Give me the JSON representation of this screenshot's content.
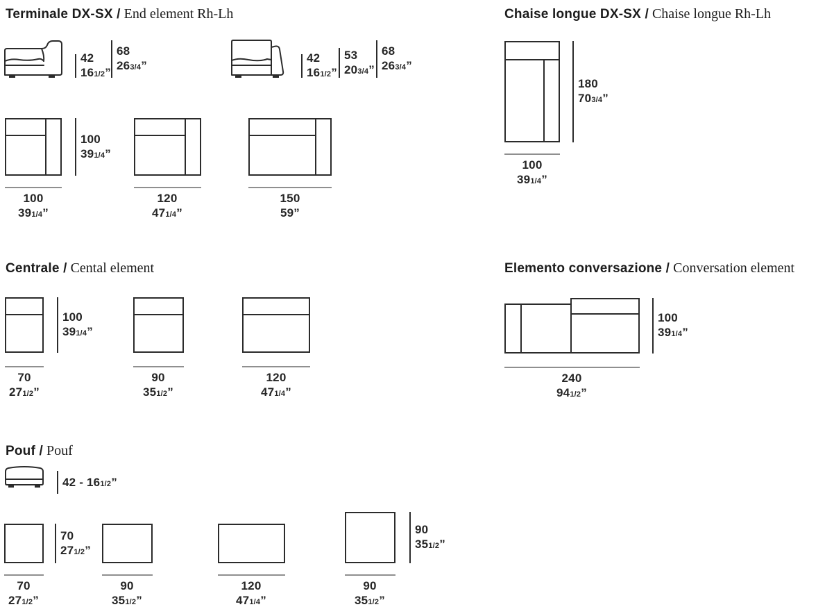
{
  "colors": {
    "ink": "#2b2b2b",
    "text": "#262626",
    "dim_line": "#8f8f8f",
    "background": "#ffffff"
  },
  "terminale": {
    "title_it": "Terminale DX-SX /",
    "title_en": "End element Rh-Lh",
    "e1d1": {
      "cm": "42",
      "in": "16",
      "fr": "1/2",
      "q": "”"
    },
    "e1d2": {
      "cm": "68",
      "in": "26",
      "fr": "3/4",
      "q": "”"
    },
    "e2d1": {
      "cm": "42",
      "in": "16",
      "fr": "1/2",
      "q": "”"
    },
    "e2d2": {
      "cm": "53",
      "in": "20",
      "fr": "3/4",
      "q": "”"
    },
    "e2d3": {
      "cm": "68",
      "in": "26",
      "fr": "3/4",
      "q": "”"
    },
    "depth": {
      "cm": "100",
      "in": "39",
      "fr": "1/4",
      "q": "”"
    },
    "w1": {
      "cm": "100",
      "in": "39",
      "fr": "1/4",
      "q": "”"
    },
    "w2": {
      "cm": "120",
      "in": "47",
      "fr": "1/4",
      "q": "”"
    },
    "w3": {
      "cm": "150",
      "in": "59",
      "fr": "",
      "q": "”"
    }
  },
  "chaise": {
    "title_it": "Chaise longue DX-SX /",
    "title_en": "Chaise longue Rh-Lh",
    "h": {
      "cm": "180",
      "in": "70",
      "fr": "3/4",
      "q": "”"
    },
    "w": {
      "cm": "100",
      "in": "39",
      "fr": "1/4",
      "q": "”"
    }
  },
  "centrale": {
    "title_it": "Centrale /",
    "title_en": "Cental element",
    "h": {
      "cm": "100",
      "in": "39",
      "fr": "1/4",
      "q": "”"
    },
    "w1": {
      "cm": "70",
      "in": "27",
      "fr": "1/2",
      "q": "”"
    },
    "w2": {
      "cm": "90",
      "in": "35",
      "fr": "1/2",
      "q": "”"
    },
    "w3": {
      "cm": "120",
      "in": "47",
      "fr": "1/4",
      "q": "”"
    }
  },
  "conversazione": {
    "title_it": "Elemento conversazione /",
    "title_en": "Conversation element",
    "h": {
      "cm": "100",
      "in": "39",
      "fr": "1/4",
      "q": "”"
    },
    "w": {
      "cm": "240",
      "in": "94",
      "fr": "1/2",
      "q": "”"
    }
  },
  "pouf": {
    "title_it": "Pouf /",
    "title_en": "Pouf",
    "side": {
      "pre": "42 - 16",
      "fr": "1/2",
      "q": "”"
    },
    "h1": {
      "cm": "70",
      "in": "27",
      "fr": "1/2",
      "q": "”"
    },
    "h4": {
      "cm": "90",
      "in": "35",
      "fr": "1/2",
      "q": "”"
    },
    "w1": {
      "cm": "70",
      "in": "27",
      "fr": "1/2",
      "q": "”"
    },
    "w2": {
      "cm": "90",
      "in": "35",
      "fr": "1/2",
      "q": "”"
    },
    "w3": {
      "cm": "120",
      "in": "47",
      "fr": "1/4",
      "q": "”"
    },
    "w4": {
      "cm": "90",
      "in": "35",
      "fr": "1/2",
      "q": "”"
    }
  }
}
